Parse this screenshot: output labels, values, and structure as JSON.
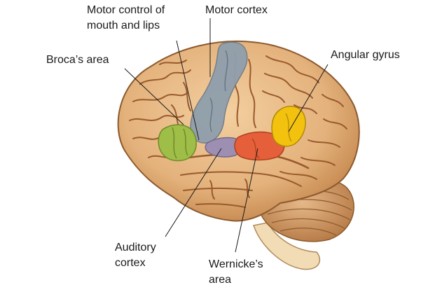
{
  "labels": {
    "motor_control": [
      "Motor control of",
      "mouth and lips"
    ],
    "motor_cortex": "Motor cortex",
    "broca": "Broca’s area",
    "angular": "Angular gyrus",
    "auditory": [
      "Auditory",
      "cortex"
    ],
    "wernicke": [
      "Wernicke’s",
      "area"
    ]
  },
  "region_colors": {
    "brain": "#e7b886",
    "sulcus": "#9a5a2c",
    "motor_cortex": "#8f9fad",
    "broca": "#9fbe48",
    "auditory": "#9d8fb2",
    "wernicke": "#e5603a",
    "angular": "#f3c20f"
  }
}
